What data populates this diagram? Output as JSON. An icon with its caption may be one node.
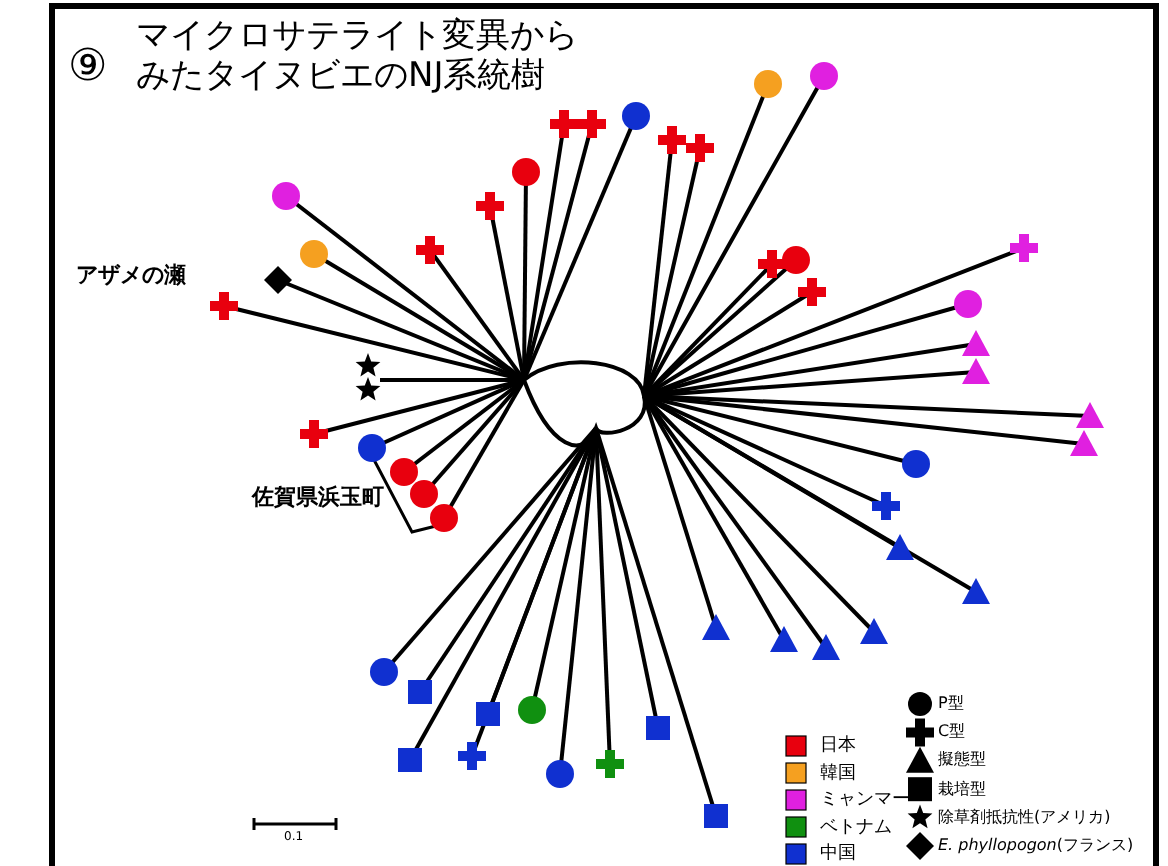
{
  "diagram": {
    "title": "マイクロサテライト変異からみたタイヌビエのNJ系統樹",
    "labels": [
      "⑨",
      "アザメの瀬",
      "佐賀県浜玉町",
      "0.1"
    ],
    "legend": [
      {
        "text": "日本",
        "color": "#e8000e"
      },
      {
        "text": "韓国",
        "color": "#f5a020"
      },
      {
        "text": "ミャンマー",
        "color": "#e020e0"
      },
      {
        "text": "ベトナム",
        "color": "#109010"
      },
      {
        "text": "中国",
        "color": "#1030d0"
      },
      {
        "text": "P型"
      },
      {
        "text": "C型"
      },
      {
        "text": "擬態型"
      },
      {
        "text": "栽培型"
      },
      {
        "text": "除草剤抵抗性(アメリカ)"
      },
      {
        "text": "*E. phyllopogon*(フランス)"
      }
    ]
  }
}
